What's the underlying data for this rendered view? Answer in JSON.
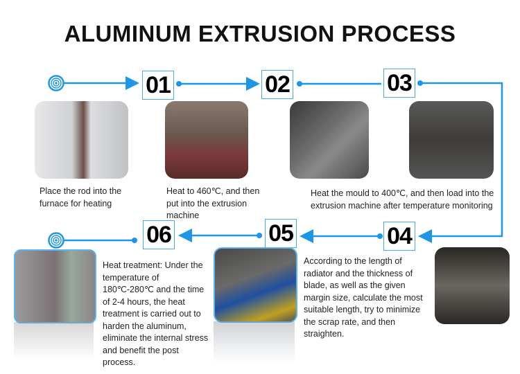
{
  "title": "ALUMINUM EXTRUSION PROCESS",
  "accent_color": "#1e96e8",
  "steps": [
    {
      "number": "01",
      "text": "Place the rod into the furnace for heating"
    },
    {
      "number": "02",
      "text": "Heat to 460℃, and then put into the extrusion machine"
    },
    {
      "number": "03",
      "text": "Heat the mould to 400℃, and then load into the extrusion machine after temperature monitoring"
    },
    {
      "number": "04",
      "text": ""
    },
    {
      "number": "05",
      "text": "According to the length of radiator and the thickness of blade, as well as the given margin size, calculate the most suitable length, try to minimize the scrap rate, and then straighten."
    },
    {
      "number": "06",
      "text": "Heat treatment: Under the temperature of 180℃-280℃ and the time of 2-4 hours, the heat treatment is carried out to harden the aluminum, eliminate the internal stress and benefit the post process."
    }
  ],
  "icons": {
    "start": "concentric-target-icon",
    "end": "concentric-target-icon"
  }
}
